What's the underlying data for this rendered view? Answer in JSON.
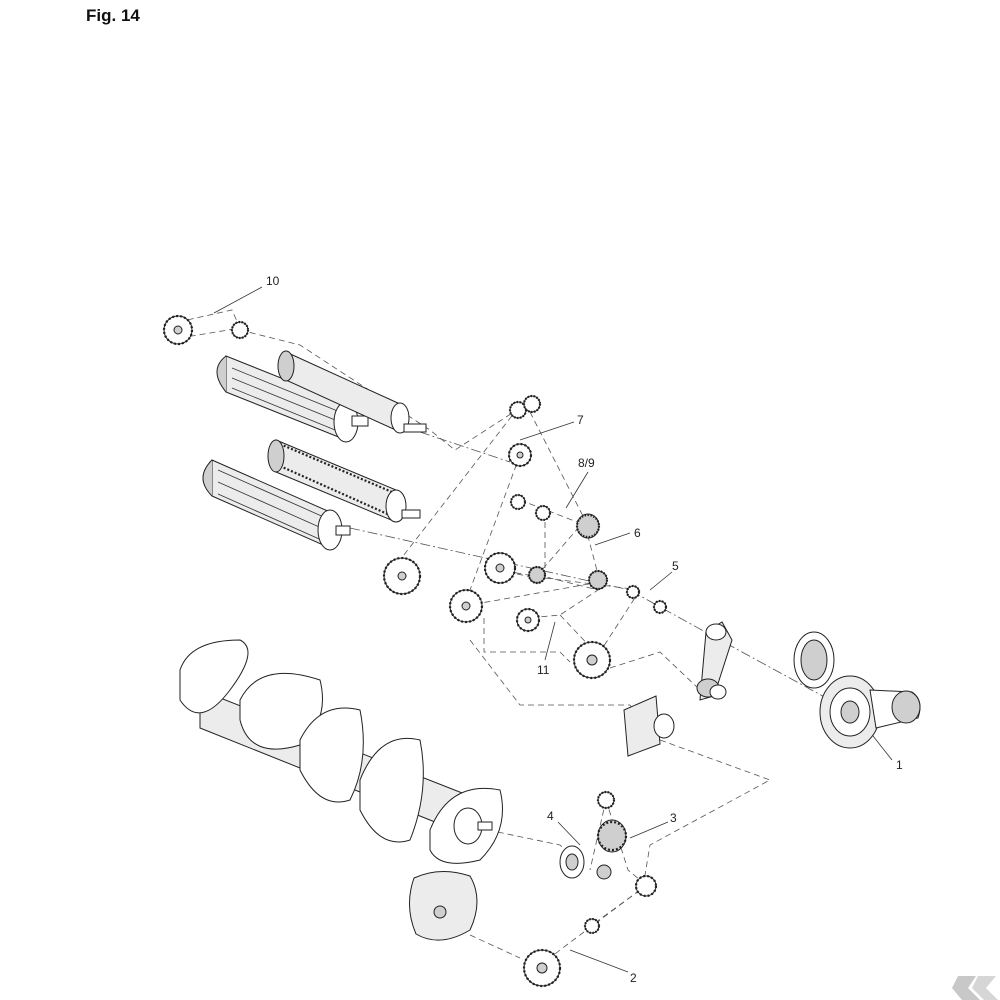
{
  "figure": {
    "title": "Fig. 14"
  },
  "callouts": [
    {
      "id": "c1",
      "text": "1"
    },
    {
      "id": "c2",
      "text": "2"
    },
    {
      "id": "c3",
      "text": "3"
    },
    {
      "id": "c4",
      "text": "4"
    },
    {
      "id": "c5",
      "text": "5"
    },
    {
      "id": "c6",
      "text": "6"
    },
    {
      "id": "c7",
      "text": "7"
    },
    {
      "id": "c89",
      "text": "8/9"
    },
    {
      "id": "c10",
      "text": "10"
    },
    {
      "id": "c11",
      "text": "11"
    }
  ]
}
